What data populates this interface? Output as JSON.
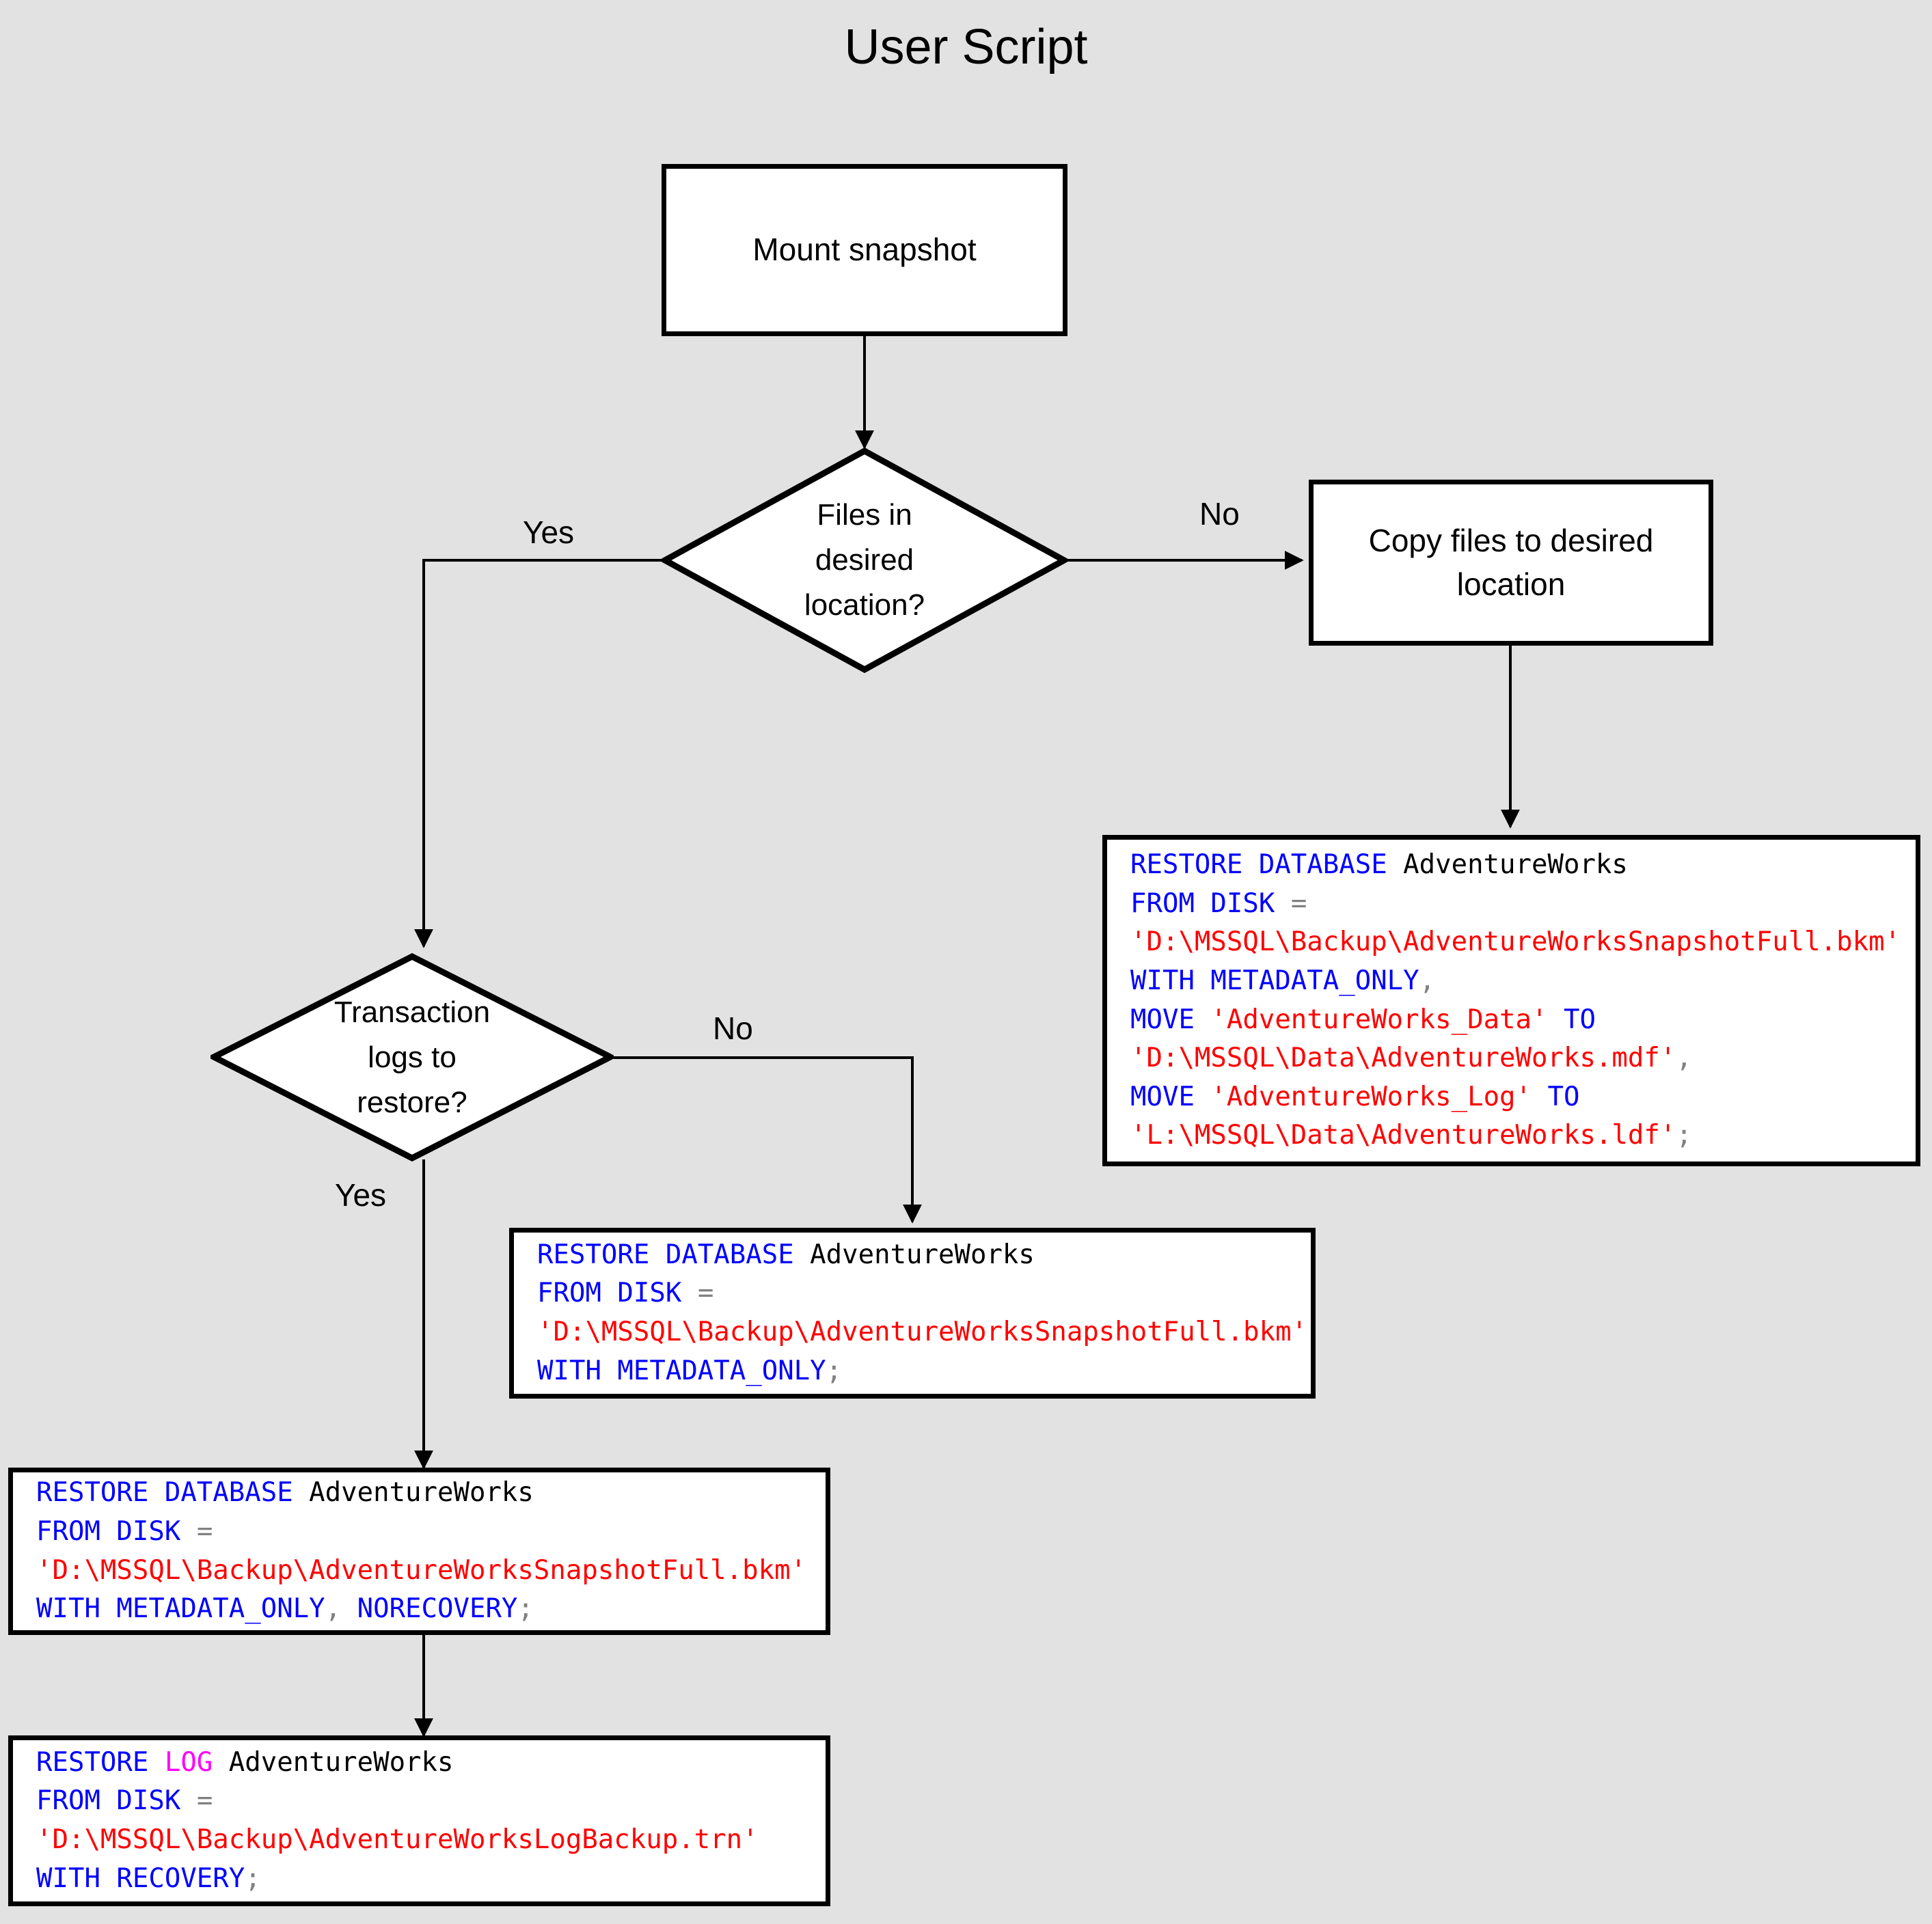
{
  "title": "User Script",
  "colors": {
    "background": "#e2e2e2",
    "node_fill": "#ffffff",
    "stroke": "#000000",
    "sql_keyword": "#0000FF",
    "sql_keyword_alt": "#FF00FF",
    "sql_string": "#FF0000",
    "sql_punct": "#808080",
    "sql_identifier": "#000000"
  },
  "nodes": {
    "mount_snapshot": {
      "label": "Mount snapshot"
    },
    "files_in_desired_location": {
      "label": "Files in\ndesired\nlocation?"
    },
    "copy_files": {
      "label": "Copy files to desired location"
    },
    "transaction_logs": {
      "label": "Transaction\nlogs to\nrestore?"
    }
  },
  "edge_labels": {
    "files_yes": "Yes",
    "files_no": "No",
    "logs_no": "No",
    "logs_yes": "Yes"
  },
  "code_blocks": {
    "restore_with_move": {
      "lines": [
        [
          {
            "t": "RESTORE DATABASE ",
            "c": "kw"
          },
          {
            "t": "AdventureWorks",
            "c": "idn"
          }
        ],
        [
          {
            "t": "FROM DISK ",
            "c": "kw"
          },
          {
            "t": "=",
            "c": "pun"
          }
        ],
        [
          {
            "t": "'D:\\MSSQL\\Backup\\AdventureWorksSnapshotFull.bkm'",
            "c": "str"
          }
        ],
        [
          {
            "t": "WITH METADATA_ONLY",
            "c": "kw"
          },
          {
            "t": ",",
            "c": "pun"
          }
        ],
        [
          {
            "t": "MOVE ",
            "c": "kw"
          },
          {
            "t": "'AdventureWorks_Data'",
            "c": "str"
          },
          {
            "t": " TO",
            "c": "kw"
          }
        ],
        [
          {
            "t": "'D:\\MSSQL\\Data\\AdventureWorks.mdf'",
            "c": "str"
          },
          {
            "t": ",",
            "c": "pun"
          }
        ],
        [
          {
            "t": "MOVE ",
            "c": "kw"
          },
          {
            "t": "'AdventureWorks_Log'",
            "c": "str"
          },
          {
            "t": " TO",
            "c": "kw"
          }
        ],
        [
          {
            "t": "'L:\\MSSQL\\Data\\AdventureWorks.ldf'",
            "c": "str"
          },
          {
            "t": ";",
            "c": "pun"
          }
        ]
      ]
    },
    "restore_metadata_only": {
      "lines": [
        [
          {
            "t": "RESTORE DATABASE ",
            "c": "kw"
          },
          {
            "t": "AdventureWorks",
            "c": "idn"
          }
        ],
        [
          {
            "t": "FROM DISK ",
            "c": "kw"
          },
          {
            "t": "=",
            "c": "pun"
          }
        ],
        [
          {
            "t": "'D:\\MSSQL\\Backup\\AdventureWorksSnapshotFull.bkm'",
            "c": "str"
          }
        ],
        [
          {
            "t": "WITH METADATA_ONLY",
            "c": "kw"
          },
          {
            "t": ";",
            "c": "pun"
          }
        ]
      ]
    },
    "restore_norecovery": {
      "lines": [
        [
          {
            "t": "RESTORE DATABASE ",
            "c": "kw"
          },
          {
            "t": "AdventureWorks",
            "c": "idn"
          }
        ],
        [
          {
            "t": "FROM DISK ",
            "c": "kw"
          },
          {
            "t": "=",
            "c": "pun"
          }
        ],
        [
          {
            "t": "'D:\\MSSQL\\Backup\\AdventureWorksSnapshotFull.bkm'",
            "c": "str"
          }
        ],
        [
          {
            "t": "WITH METADATA_ONLY",
            "c": "kw"
          },
          {
            "t": ",",
            "c": "pun"
          },
          {
            "t": " NORECOVERY",
            "c": "kw"
          },
          {
            "t": ";",
            "c": "pun"
          }
        ]
      ]
    },
    "restore_log": {
      "lines": [
        [
          {
            "t": "RESTORE ",
            "c": "kw"
          },
          {
            "t": "LOG",
            "c": "kw2"
          },
          {
            "t": " ",
            "c": "kw"
          },
          {
            "t": "AdventureWorks",
            "c": "idn"
          }
        ],
        [
          {
            "t": "FROM DISK ",
            "c": "kw"
          },
          {
            "t": "=",
            "c": "pun"
          }
        ],
        [
          {
            "t": "'D:\\MSSQL\\Backup\\AdventureWorksLogBackup.trn'",
            "c": "str"
          }
        ],
        [
          {
            "t": "WITH RECOVERY",
            "c": "kw"
          },
          {
            "t": ";",
            "c": "pun"
          }
        ]
      ]
    }
  }
}
